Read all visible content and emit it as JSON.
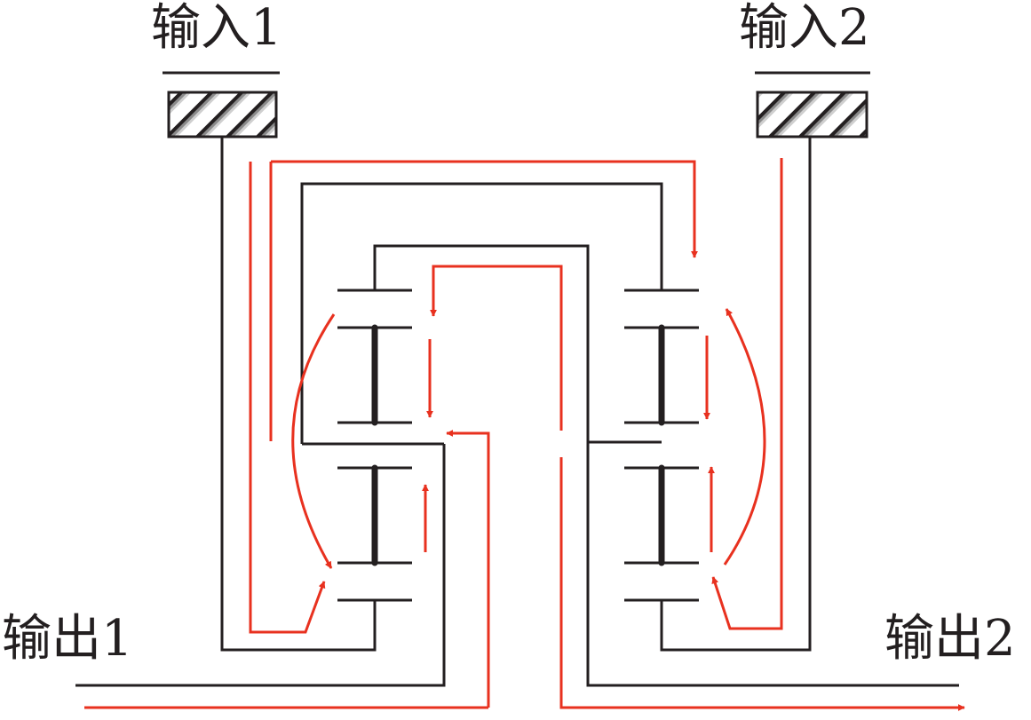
{
  "labels": {
    "input1": "输入1",
    "input2": "输入2",
    "output1": "输出1",
    "output2": "输出2"
  },
  "colors": {
    "line": "#231f20",
    "flow": "#e8311f"
  }
}
